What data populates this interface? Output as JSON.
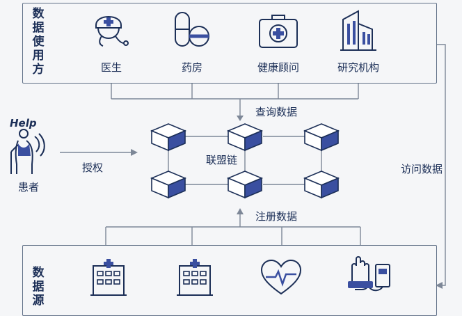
{
  "top_group": {
    "label": "数据使用方",
    "items": [
      "医生",
      "药房",
      "健康顾问",
      "研究机构"
    ]
  },
  "bottom_group": {
    "label": "数据源"
  },
  "patient": {
    "help_text": "Help",
    "label": "患者"
  },
  "flows": {
    "query": "查询数据",
    "authorize": "授权",
    "register": "注册数据",
    "access": "访问数据"
  },
  "center_label": "联盟链",
  "colors": {
    "stroke": "#1c2f57",
    "accent": "#3a4fa0",
    "line": "#7d8797",
    "border": "#5f6f86"
  }
}
